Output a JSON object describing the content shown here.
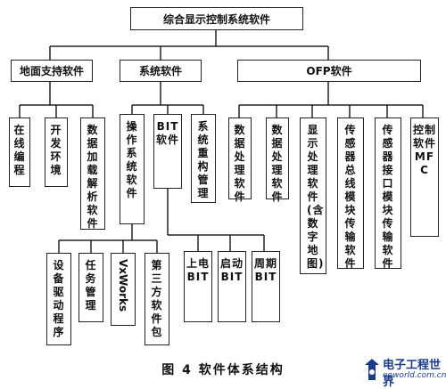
{
  "diagram": {
    "root": "综合显示控制系统软件",
    "level1": {
      "ground": "地面支持软件",
      "system": "系统软件",
      "ofp": "OFP软件"
    },
    "ground_children": [
      "在线编程",
      "开发环境",
      "数据加载解析软件"
    ],
    "system_children": [
      "操作系统软件",
      "BIT软件",
      "系统重构管理"
    ],
    "ofp_children": [
      "数据处理软件",
      "数据处理软件",
      "显示处理软件(含数字地图)",
      "传感器总线模块传输软件",
      "传感器接口模块传输软件",
      "控制软件MFC"
    ],
    "os_children": [
      "设备驱动程序",
      "任务管理",
      "VxWorks",
      "第三方软件包"
    ],
    "bit_children": [
      "上电BIT",
      "启动BIT",
      "周期BIT"
    ]
  },
  "caption": "图 4   软件体系结构",
  "watermark": {
    "cn": "电子工程世界",
    "en": "eeworld.com.cn"
  },
  "colors": {
    "line": "#222222",
    "logo": "#1a3a8a"
  }
}
